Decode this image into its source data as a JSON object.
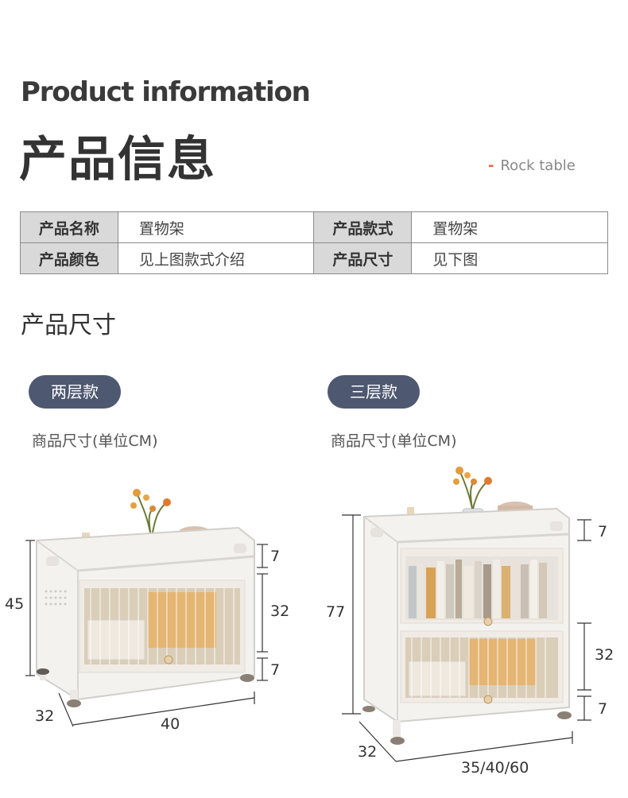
{
  "header": {
    "title_en": "Product information",
    "title_zh": "产品信息",
    "tag": "Rock table"
  },
  "info_table": [
    [
      {
        "key": "产品名称",
        "value": "置物架"
      },
      {
        "key": "产品款式",
        "value": "置物架"
      }
    ],
    [
      {
        "key": "产品颜色",
        "value": "见上图款式介绍"
      },
      {
        "key": "产品尺寸",
        "value": "见下图"
      }
    ]
  ],
  "section": {
    "title": "产品尺寸"
  },
  "variants": [
    {
      "label": "两层款",
      "unit_text": "商品尺寸(单位CM)",
      "dims": {
        "height": "45",
        "top": "7",
        "door": "32",
        "bottom": "7",
        "depth": "32",
        "width": "40"
      }
    },
    {
      "label": "三层款",
      "unit_text": "商品尺寸(单位CM)",
      "dims": {
        "height": "77",
        "top": "7",
        "door": "32",
        "bottom": "7",
        "depth": "32",
        "width": "35/40/60"
      }
    }
  ],
  "colors": {
    "pill": "#4e5870",
    "accent": "#e0693a",
    "table_key_bg": "#d9d9d9"
  }
}
